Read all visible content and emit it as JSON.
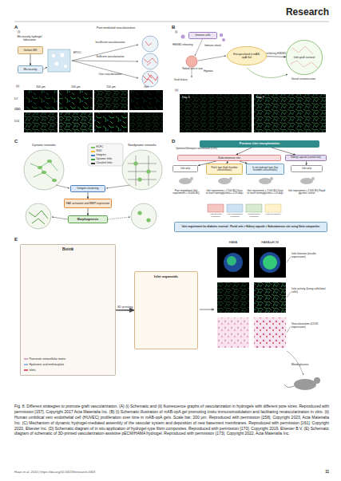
{
  "diagram": {
    "caption": "Fig. 8. Different strategies to promote graft vascularization. (A) (i) Schematic and (ii) fluorescence graphs of vascularization in hydrogels with different pore sizes. Reproduced with permission [157]. Copyright 2017 Acta Materialia Inc. (B) (i) Schematic illustration of mAB-opA gel promoting insitu immunomodulation and facilitating revascularization in vitro. (ii) Human umbilical vein endothelial cell (HUVEC) proliferation over time in mAB-opA gels. Scale bar, 200 μm. Reproduced with permission [158]. Copyright 2023, Acta Materialia Inc. (C) Mechanism of dynamic hydrogel-mediated assembly of the vascular system and deposition of new basement membranes. Reproduced with permission [161]. Copyright 2020, Elsevier Inc. (D) Schematic diagram of in situ application of hydrogel-type fibrin composites. Reproduced with permission [170]. Copyright 2019, Elsevier B.V. (E) Schematic diagram of schematic of 3D-printed vascularization-assistive pECM/HAMA hydrogel. Reproduced with permission [173]. Copyright 2022, Acta Materialia Inc.",
    "nodes": [
      {
        "text": [
          "Gelatin MS"
        ]
      },
      {
        "text": [
          "Microcavity"
        ]
      },
      {
        "text": [
          "Immune cells"
        ]
      },
      {
        "text": [
          "Encapsulated in mAB-opA Gel"
        ]
      },
      {
        "text": [
          "Islet graft survival"
        ]
      },
      {
        "text": [
          "Integrin clustering"
        ]
      },
      {
        "text": [
          "FAK activation and MMP expression"
        ]
      },
      {
        "text": [
          "Morphogenesis"
        ]
      },
      {
        "text": [
          "Previous islet transplantation"
        ]
      },
      {
        "text": [
          "Subcutaneous site"
        ]
      },
      {
        "text": [
          "Kidney capsule (control site)"
        ]
      },
      {
        "text": [
          "Islet only"
        ]
      },
      {
        "text": [
          "Patch type (high thrombin concentration)"
        ]
      },
      {
        "text": [
          "In situ hydrogel type (low thrombin concentration)"
        ]
      },
      {
        "text": [
          "Islet only"
        ]
      },
      {
        "text": [
          "Islet requirement for diabetes reversal : Portal vein > Kidney capsule > Subcutaneous site using fibrin composites"
        ]
      },
      {
        "text": [
          "Bioink"
        ]
      },
      {
        "text": [
          "Islet organoids"
        ]
      }
    ],
    "edges": [
      {
        "from": 0,
        "to": 1,
        "arrow": "to"
      },
      {
        "from": 3,
        "to": 4,
        "label": "Inhibiting HMGB1",
        "arrow": "to"
      },
      {
        "from": 5,
        "to": 6,
        "arrow": "to"
      },
      {
        "from": 6,
        "to": 7,
        "arrow": "to"
      },
      {
        "from": 8,
        "to": 9,
        "arrow": "to"
      },
      {
        "from": 8,
        "to": 10,
        "arrow": "to"
      },
      {
        "from": 9,
        "to": 11,
        "arrow": "to"
      },
      {
        "from": 9,
        "to": 12,
        "arrow": "to"
      },
      {
        "from": 9,
        "to": 13,
        "arrow": "to"
      },
      {
        "from": 10,
        "to": 14,
        "arrow": "to"
      },
      {
        "from": 16,
        "to": 17,
        "label": "3D printing",
        "arrow": "to"
      }
    ],
    "labels": [
      "Research",
      "A",
      "(i)",
      "Microcavity hydrogel fabrication",
      "Pore-mediated vascularization",
      "EPOC",
      "Insufficient vascularization",
      "Sufficient vascularization",
      "Over vascularization",
      "(ii)",
      "300 μm",
      "200 μm",
      "150 μm",
      "Gel",
      "D7",
      "D14",
      "CD31",
      "B",
      "(i)",
      "HMGB1 releasing",
      "Immune attack",
      "Naked islet in vivo",
      "Graft failure",
      "Hypoxia",
      "Vessel reconstruction",
      "(ii)",
      "Day 3",
      "Day 7",
      "C",
      "Dynamic networks",
      "Nondynamic networks",
      "D",
      "Optimized fibrinogen concentration (0.6%)",
      "Poor engraftment Islet requirement > 20,000 IEQ",
      "Islet requirement = 2,500 IEQ Days to reach normoglycemia = 22.3 days",
      "Islet requirement = 2,000 IEQ Days to reach normoglycemia = 5.4 days",
      "Islet requirement = 2,000 IEQ Rapid glycemic control",
      "Angiogenesis promotion",
      "Anti-inflammation promotion",
      "Regeneration promotion",
      "Host cell mobility",
      "E",
      "HAMA",
      "HAMA/pECM",
      "Islet function (insulin expression)",
      "Islet activity (living cells/total cells)",
      "Vascularization (CD31 expression)",
      "Blood glucose",
      "Huan et al. 2024 | https://doi.org/10.34133/research.0403",
      "11"
    ],
    "legend": [
      {
        "text": "ECFC",
        "color": "#7cc36a"
      },
      {
        "text": "RGD",
        "color": "#f2c12e"
      },
      {
        "text": "Integrins",
        "color": "#4a7fc1"
      },
      {
        "text": "Dynamic links",
        "color": "#3fa34d"
      },
      {
        "text": "Covalent links",
        "color": "#333333"
      },
      {
        "text": "Pancreatic extracellular matrix",
        "color": "#d9a6c9"
      },
      {
        "text": "Hyaluronic acid methacrylate",
        "color": "#9bb7e0"
      },
      {
        "text": "Islets",
        "color": "#e35d6a"
      }
    ]
  }
}
